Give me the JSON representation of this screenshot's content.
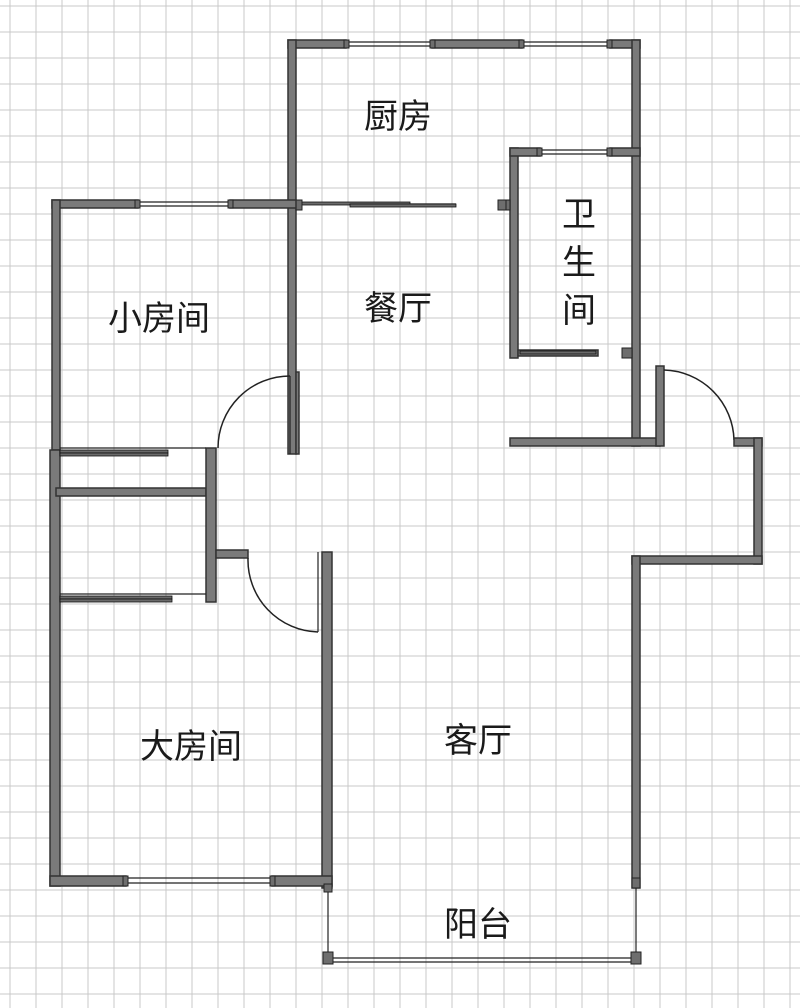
{
  "rooms": {
    "kitchen": "厨房",
    "bathroom_1": "卫",
    "bathroom_2": "生",
    "bathroom_3": "间",
    "dining": "餐厅",
    "small_room": "小房间",
    "big_room": "大房间",
    "living": "客厅",
    "balcony": "阳台"
  },
  "colors": {
    "wall": "#7a7a7a",
    "grid": "#c8c8c8",
    "background": "#ffffff"
  }
}
